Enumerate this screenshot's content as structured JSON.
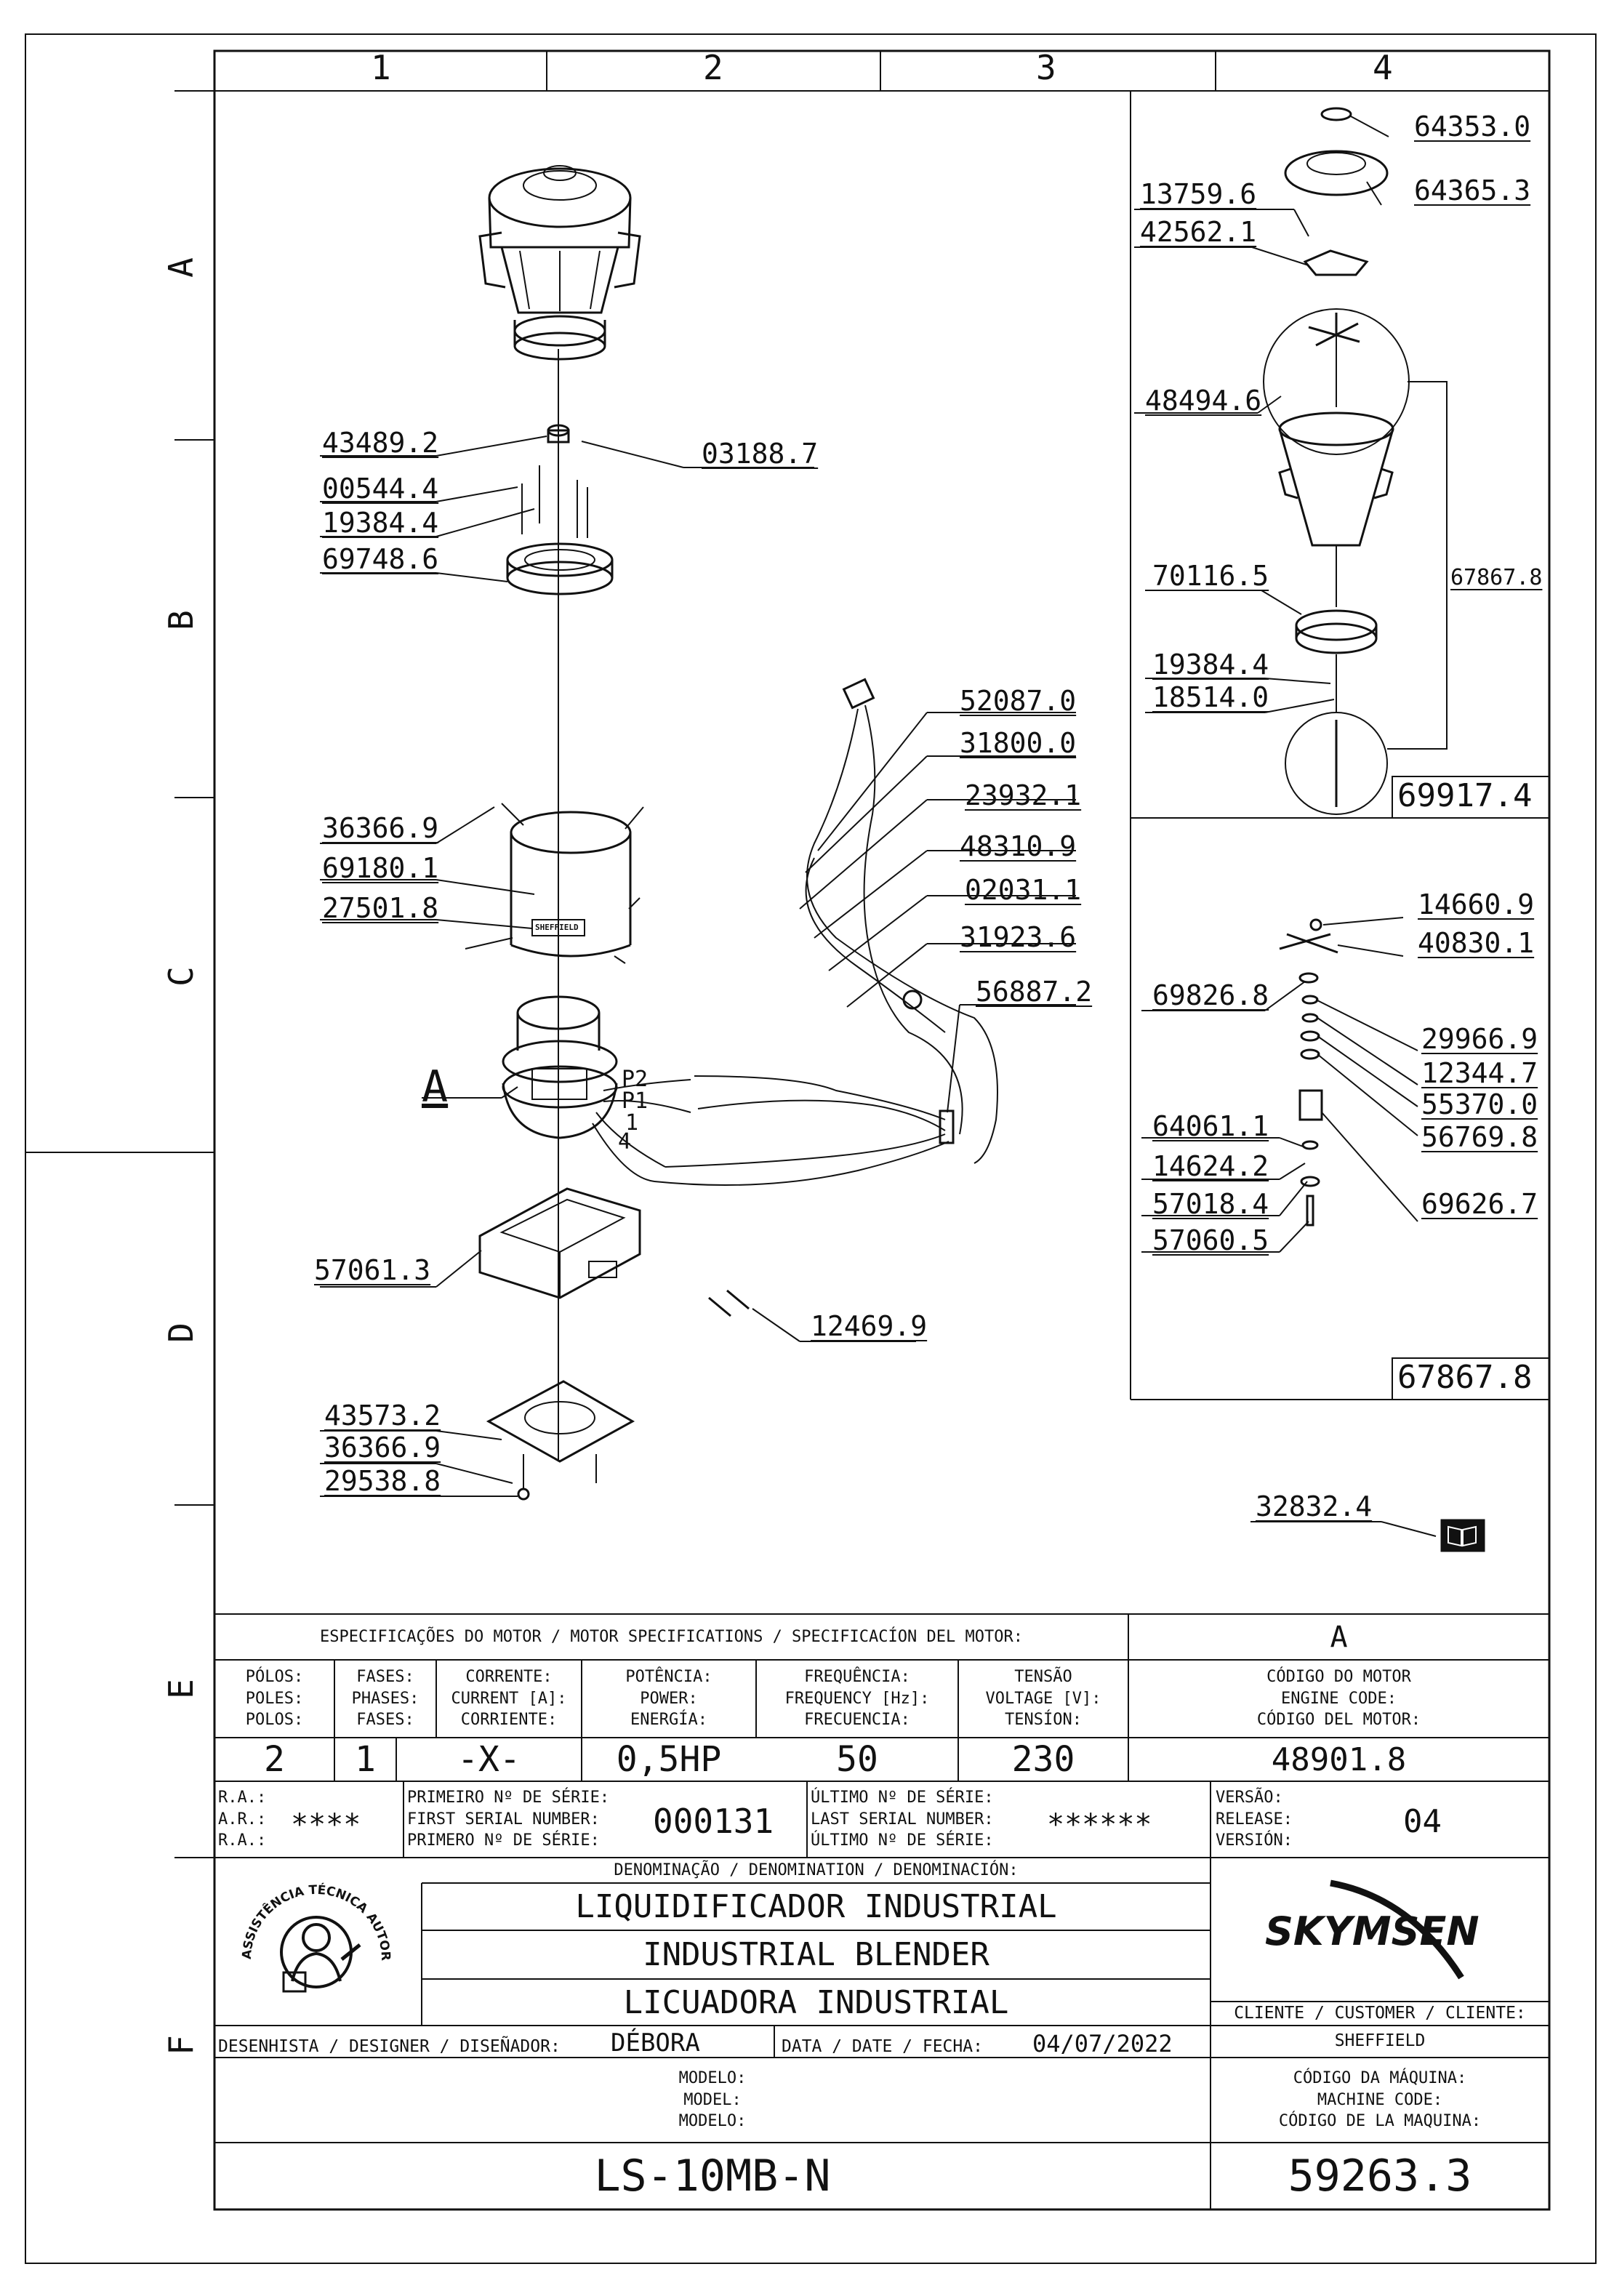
{
  "grid": {
    "columns": [
      "1",
      "2",
      "3",
      "4"
    ],
    "rows": [
      "A",
      "B",
      "C",
      "D",
      "E",
      "F"
    ]
  },
  "parts": {
    "p64353": "64353.0",
    "p13759": "13759.6",
    "p64365": "64365.3",
    "p42562": "42562.1",
    "p48494": "48494.6",
    "p70116": "70116.5",
    "p67867a": "67867.8",
    "p19384b": "19384.4",
    "p18514": "18514.0",
    "p69917": "69917.4",
    "p43489": "43489.2",
    "p03188": "03188.7",
    "p00544": "00544.4",
    "p19384a": "19384.4",
    "p69748": "69748.6",
    "p52087": "52087.0",
    "p31800": "31800.0",
    "p23932": "23932.1",
    "p48310": "48310.9",
    "p02031": "02031.1",
    "p31923": "31923.6",
    "p56887": "56887.2",
    "p36366a": "36366.9",
    "p69180": "69180.1",
    "p27501": "27501.8",
    "p14660": "14660.9",
    "p40830": "40830.1",
    "p69826": "69826.8",
    "p29966": "29966.9",
    "p12344": "12344.7",
    "p55370": "55370.0",
    "p56769": "56769.8",
    "p64061": "64061.1",
    "p14624": "14624.2",
    "p57018": "57018.4",
    "p69626": "69626.7",
    "p57060": "57060.5",
    "p57061": "57061.3",
    "p12469": "12469.9",
    "p67867b": "67867.8",
    "p43573": "43573.2",
    "p36366b": "36366.9",
    "p29538": "29538.8",
    "p32832": "32832.4"
  },
  "callouts": {
    "detail_a": "A",
    "wire_p2": "P2",
    "wire_p1": "P1",
    "wire_1": "1",
    "wire_4": "4",
    "housing_brand": "SHEFFIELD"
  },
  "motor_spec": {
    "heading": "ESPECIFICAÇÕES DO MOTOR / MOTOR SPECIFICATIONS / SPECIFICACÍON DEL MOTOR:",
    "detail_label": "A",
    "poles": [
      "PÓLOS:",
      "POLES:",
      "POLOS:"
    ],
    "phases": [
      "FASES:",
      "PHASES:",
      "FASES:"
    ],
    "current": [
      "CORRENTE:",
      "CURRENT [A]:",
      "CORRIENTE:"
    ],
    "power": [
      "POTÊNCIA:",
      "POWER:",
      "ENERGÍA:"
    ],
    "frequency": [
      "FREQUÊNCIA:",
      "FREQUENCY [Hz]:",
      "FRECUENCIA:"
    ],
    "voltage": [
      "TENSÃO",
      "VOLTAGE [V]:",
      "TENSÍON:"
    ],
    "engine_code_label": [
      "CÓDIGO DO MOTOR",
      "ENGINE CODE:",
      "CÓDIGO DEL MOTOR:"
    ],
    "values": {
      "poles": "2",
      "phases": "1",
      "current": "-X-",
      "power": "0,5HP",
      "frequency": "50",
      "voltage": "230",
      "engine_code": "48901.8"
    }
  },
  "serials": {
    "ra_labels": [
      "R.A.:",
      "A.R.:",
      "R.A.:"
    ],
    "ra_value": "****",
    "first_labels": [
      "PRIMEIRO Nº DE SÉRIE:",
      "FIRST SERIAL NUMBER:",
      "PRIMERO Nº DE SÉRIE:"
    ],
    "first_value": "000131",
    "last_labels": [
      "ÚLTIMO Nº DE SÉRIE:",
      "LAST SERIAL NUMBER:",
      "ÚLTIMO Nº DE SÉRIE:"
    ],
    "last_value": "******",
    "version_labels": [
      "VERSÃO:",
      "RELEASE:",
      "VERSIÓN:"
    ],
    "version_value": "04"
  },
  "title_block": {
    "denomination_label": "DENOMINAÇÃO / DENOMINATION / DENOMINACIÓN:",
    "title_pt": "LIQUIDIFICADOR INDUSTRIAL",
    "title_en": "INDUSTRIAL BLENDER",
    "title_es": "LICUADORA INDUSTRIAL",
    "stamp_text_top": "ASSISTÊNCIA TÉCNICA AUTORIZADA",
    "brand": "SKYMSEN",
    "customer_label": "CLIENTE / CUSTOMER / CLIENTE:",
    "customer_value": "SHEFFIELD",
    "designer_label": "DESENHISTA / DESIGNER / DISEÑADOR:",
    "designer_value": "DÉBORA",
    "date_label": "DATA / DATE / FECHA:",
    "date_value": "04/07/2022",
    "model_labels": [
      "MODELO:",
      "MODEL:",
      "MODELO:"
    ],
    "model_value": "LS-10MB-N",
    "machine_code_labels": [
      "CÓDIGO DA MÁQUINA:",
      "MACHINE CODE:",
      "CÓDIGO DE LA MAQUINA:"
    ],
    "machine_code_value": "59263.3"
  }
}
